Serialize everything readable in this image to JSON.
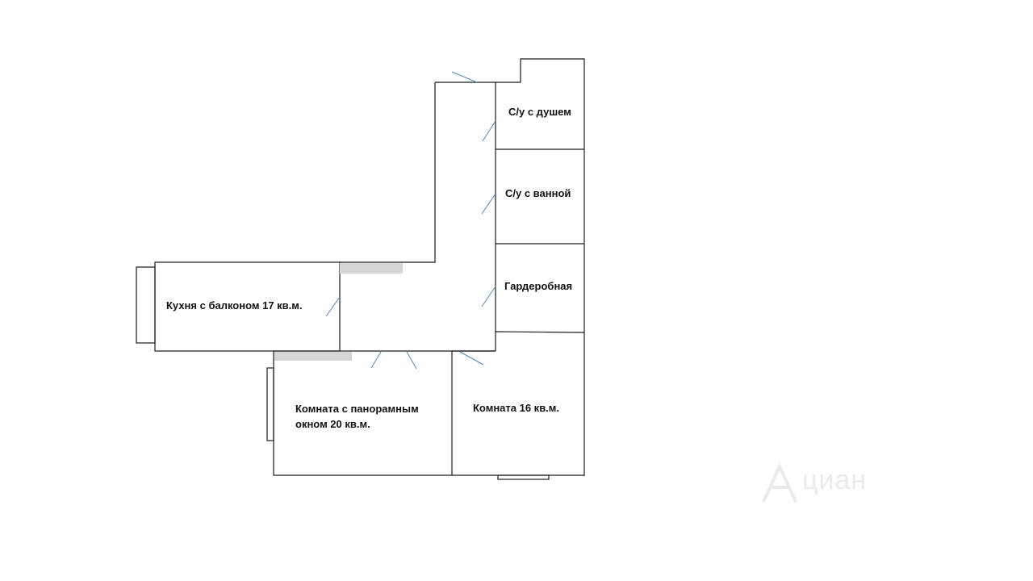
{
  "rooms": {
    "shower_bath": "С/у с душем",
    "tub_bath": "С/у с ванной",
    "wardrobe": "Гардеробная",
    "kitchen": "Кухня с балконом 17 кв.м.",
    "panoramic_line1": "Комната с панорамным",
    "panoramic_line2": "окном 20 кв.м.",
    "room16": "Комната 16 кв.м."
  },
  "watermark": {
    "text": "циан",
    "icon": "cian-logo-icon"
  },
  "colors": {
    "wall": "#1a1a1a",
    "door": "#4f88c6",
    "opening": "#d6d6d6"
  }
}
